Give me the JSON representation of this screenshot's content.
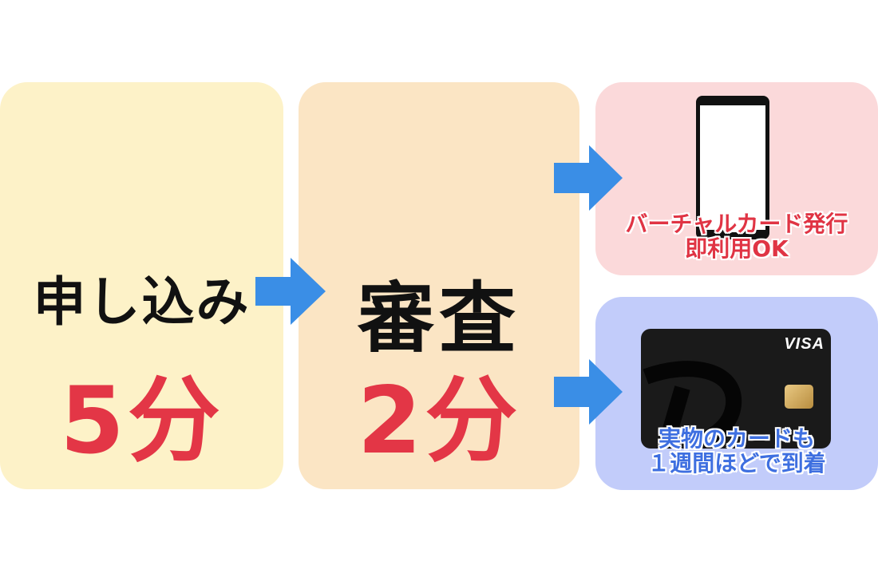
{
  "steps": {
    "apply": {
      "label": "申し込み",
      "time": "5分"
    },
    "review": {
      "label": "審査",
      "time": "2分"
    }
  },
  "outcomes": {
    "virtual": {
      "line1": "バーチャルカード発行",
      "line2": "即利用OK",
      "icon": "smartphone-icon"
    },
    "physical": {
      "line1": "実物のカードも",
      "line2": "１週間ほどで到着",
      "icon": "credit-card-icon",
      "brand": "VISA"
    }
  },
  "colors": {
    "time_red": "#e33646",
    "arrow_blue": "#3a8ee6",
    "virtual_text": "#e03444",
    "physical_text": "#3e6fe0"
  }
}
